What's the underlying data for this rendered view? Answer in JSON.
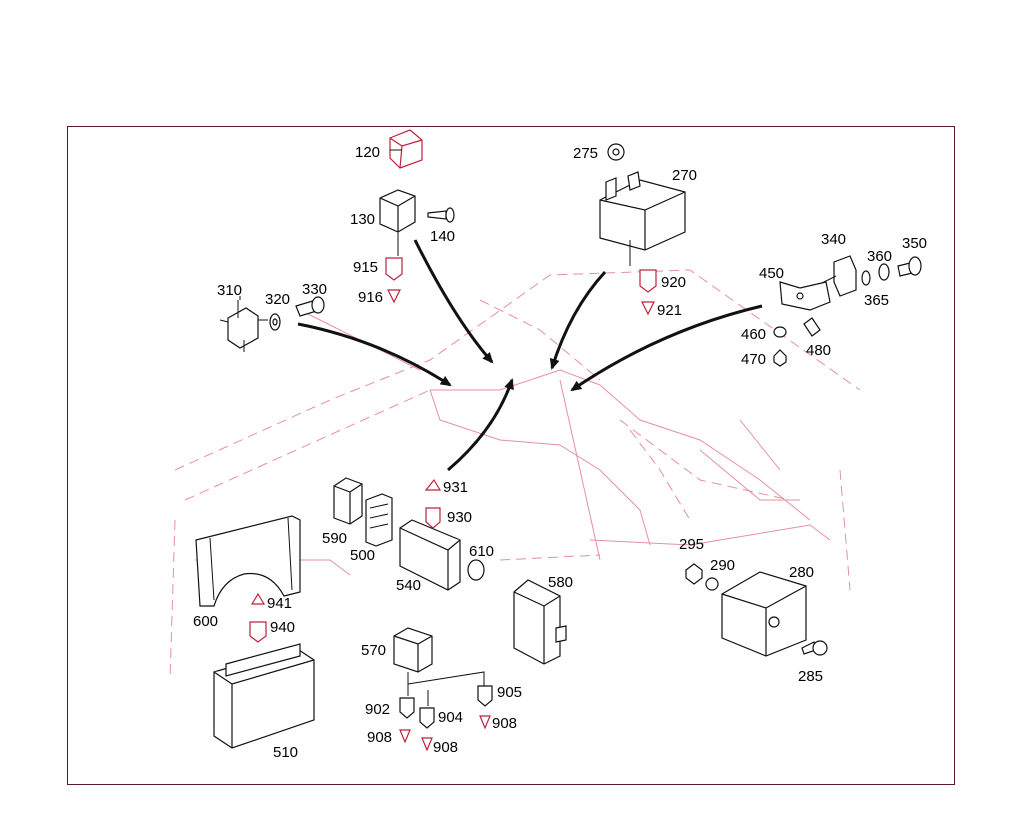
{
  "diagram": {
    "labels": {
      "p120": "120",
      "p130": "130",
      "p140": "140",
      "p915": "915",
      "p916": "916",
      "p275": "275",
      "p270": "270",
      "p920": "920",
      "p921": "921",
      "p310": "310",
      "p320": "320",
      "p330": "330",
      "p340": "340",
      "p350": "350",
      "p360": "360",
      "p365": "365",
      "p450": "450",
      "p460": "460",
      "p470": "470",
      "p480": "480",
      "p931": "931",
      "p930": "930",
      "p590": "590",
      "p500": "500",
      "p540": "540",
      "p610": "610",
      "p580": "580",
      "p295": "295",
      "p290": "290",
      "p280": "280",
      "p285": "285",
      "p600": "600",
      "p941": "941",
      "p940": "940",
      "p510": "510",
      "p570": "570",
      "p905": "905",
      "p902": "902",
      "p904": "904",
      "p908a": "908",
      "p908b": "908",
      "p908c": "908"
    }
  }
}
